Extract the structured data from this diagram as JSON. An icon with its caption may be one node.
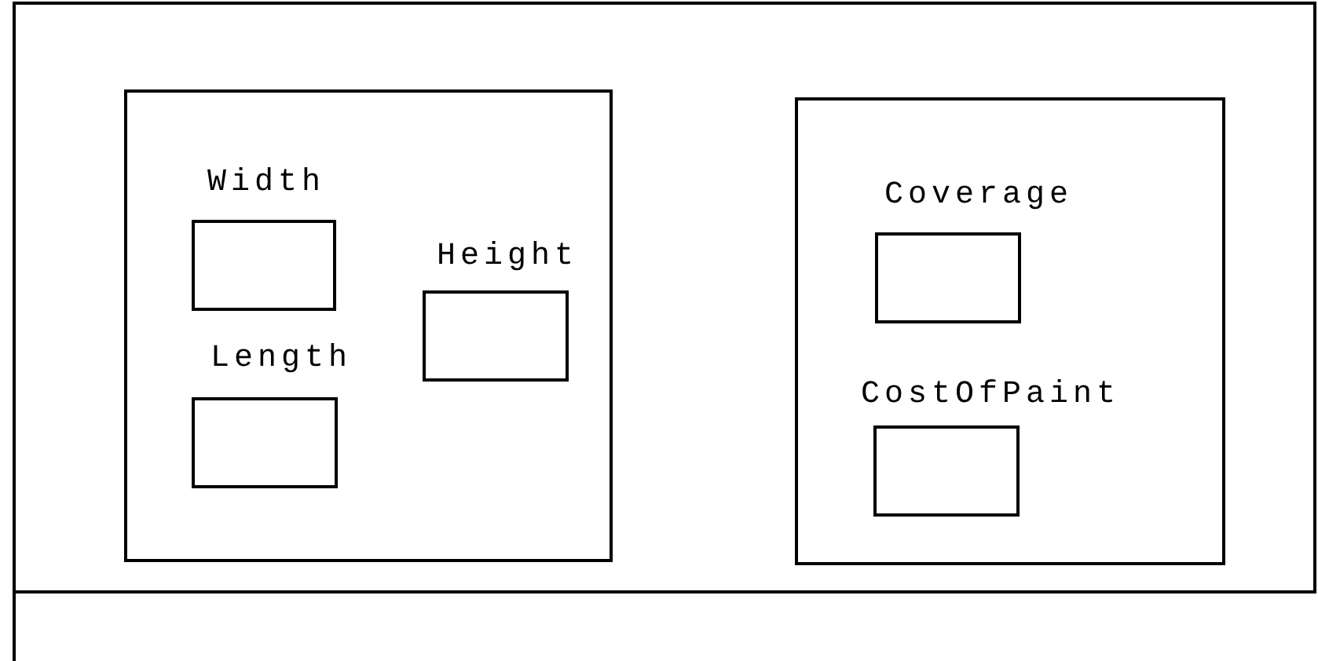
{
  "diagram": {
    "nodes": [
      {
        "text": [],
        "shape": "box"
      },
      {
        "text": [
          "Width"
        ],
        "in": 0
      },
      {
        "text": [
          "Height"
        ],
        "in": 0
      },
      {
        "text": [
          "Length"
        ],
        "in": 0
      },
      {
        "text": [],
        "shape": "box"
      },
      {
        "text": [
          "Coverage"
        ],
        "in": 4
      },
      {
        "text": [
          "CostOfPaint"
        ],
        "in": 4
      }
    ]
  }
}
